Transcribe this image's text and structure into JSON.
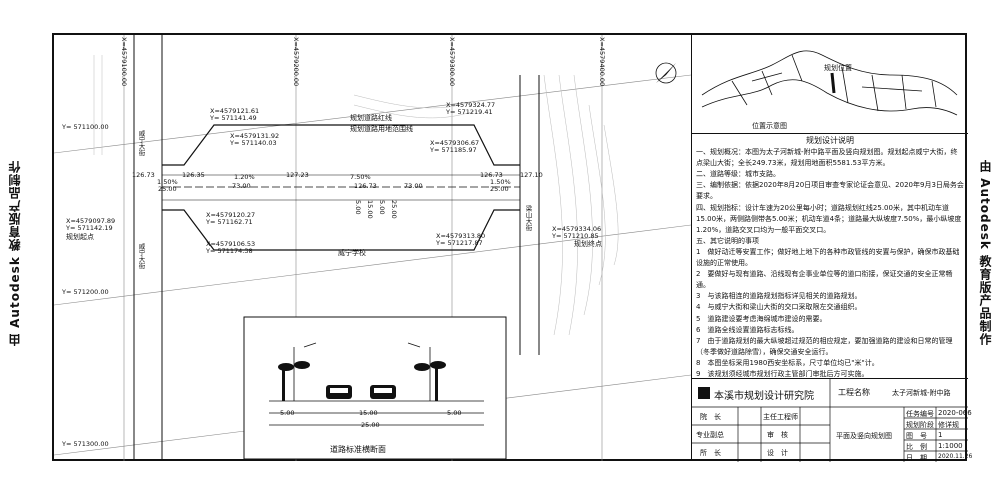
{
  "side_text": "由 Autodesk 教育版产品制作",
  "plan": {
    "road_red_line": "规划道路红线",
    "land_line": "规划道路用地范围线",
    "start": "规划起点",
    "end": "规划终点",
    "school": "威宁学校",
    "west_street": "威宁大街",
    "east_street": "梁山大街",
    "grid": [
      "X=4579100.00",
      "X=4579200.00",
      "X=4579300.00",
      "X=4579400.00",
      "Y= 571100.00",
      "Y= 571200.00",
      "Y= 571300.00"
    ],
    "coords": [
      "X=4579121.61",
      "Y= 571141.49",
      "X=4579131.92",
      "Y= 571140.03",
      "X=4579324.77",
      "Y= 571219.41",
      "X=4579306.67",
      "Y= 571185.97",
      "X=4579097.89",
      "Y= 571142.19",
      "X=4579120.27",
      "Y= 571162.71",
      "X=4579106.53",
      "Y= 571174.38",
      "X=4579313.80",
      "Y= 571217.87",
      "X=4579334.06",
      "Y= 571210.85"
    ],
    "dims": [
      "126.73",
      "126.35",
      "1.50%",
      "73.00",
      "1.20%",
      "127.23",
      "7.50%",
      "126.73",
      "73.00",
      "126.73",
      "1.50%",
      "25.00",
      "127.10",
      "15.00",
      "5.00",
      "5.00",
      "25.00"
    ]
  },
  "section": {
    "title": "道路标准横断面",
    "dims": [
      "5.00",
      "15.00",
      "5.00",
      "25.00"
    ]
  },
  "locmap": {
    "planned": "规划位置",
    "caption": "位置示意图"
  },
  "notes": {
    "title": "规划设计说明",
    "lines": [
      "一、规划概况：本图为太子河新城-附中路平面及竖向规划图。规划起点威宁大街，终点梁山大街；全长249.73米，规划用地面积5581.53平方米。",
      "二、道路等级：城市支路。",
      "三、编制依据：依据2020年8月20日项目审查专家论证会意见、2020年9月3日局务会要求。",
      "四、规划指标：设计车速为20公里每小时；道路规划红线25.00米，其中机动车道15.00米，两侧路侧带各5.00米；机动车道4条；道路最大纵坡度7.50%，最小纵坡度1.20%，道路交叉口均为一般平面交叉口。",
      "五、其它说明的事项",
      "1　做好动迁等安置工作；做好地上地下的各种市政管线的安置与保护，确保市政基础设施的正常使用。",
      "2　要做好与现有道路、沿线现有企事业单位等的道口衔接，保证交通的安全正常畅通。",
      "3　与该路相连的道路规划指标详见相关的道路规划。",
      "4　与威宁大街和梁山大街的交口采取限左交通组织。",
      "5　道路建设要考虑海绵城市建设的需要。",
      "6　道路全线设置道路标志标线。",
      "7　由于道路规划的最大纵坡超过规范的相应规定，要加强道路的建设和日常的管理（冬季做好道路除雪），确保交通安全运行。",
      "8　本图坐标采用1980西安坐标系，尺寸单位均已\"米\"计。",
      "9　该规划须经城市规划行政主管部门审批后方可实施。"
    ]
  },
  "titleblock": {
    "institute": "本溪市规划设计研究院",
    "project_label": "工程名称",
    "project_name": "太子河新城-附中路",
    "drawing_name": "平面及竖向规划图",
    "roles": [
      "院　长",
      "专业副总",
      "所　长"
    ],
    "roles2": [
      "主任工程师",
      "审　核",
      "设　计"
    ],
    "fields": [
      {
        "k": "任务编号",
        "v": "2020-066"
      },
      {
        "k": "规划阶段",
        "v": "修详规"
      },
      {
        "k": "图　号",
        "v": "1"
      },
      {
        "k": "比　例",
        "v": "1:1000"
      },
      {
        "k": "日　期",
        "v": "2020.11.26"
      }
    ]
  }
}
